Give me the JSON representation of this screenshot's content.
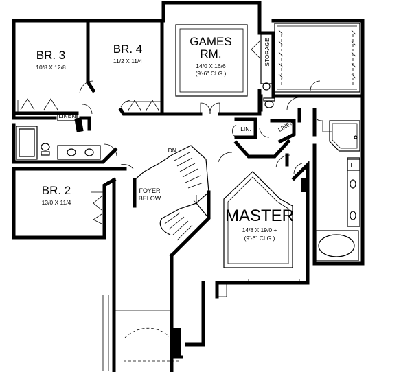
{
  "rooms": {
    "br3": {
      "name": "BR. 3",
      "size": "10/8 X 12/8"
    },
    "br4": {
      "name": "BR. 4",
      "size": "11/2 X 11/4"
    },
    "games": {
      "name_line1": "GAMES",
      "name_line2": "RM.",
      "size": "14/0 X 16/6",
      "ceiling": "(9'-6\" CLG.)"
    },
    "br2": {
      "name": "BR. 2",
      "size": "13/0 X 11/4"
    },
    "master": {
      "name": "MASTER",
      "size": "14/8 X 19/0 +",
      "ceiling": "(9'-6\" CLG.)"
    },
    "foyer": {
      "line1": "FOYER",
      "line2": "BELOW"
    }
  },
  "labels": {
    "linen_left": "LINEN",
    "linen_right": "LINEN",
    "lin": "LIN.",
    "storage": "STORAGE",
    "dn": "DN.",
    "l": "L."
  }
}
